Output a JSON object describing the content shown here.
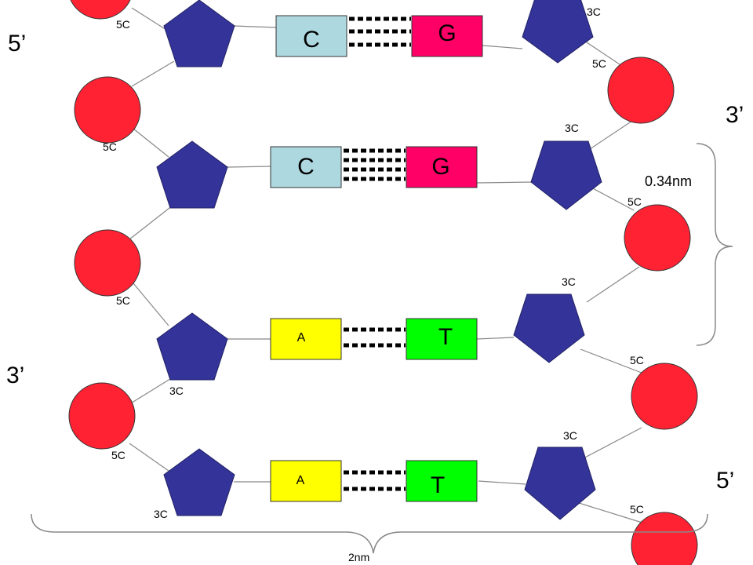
{
  "colors": {
    "phosphate": "#ff2233",
    "sugar": "#333399",
    "C": "#aed8e0",
    "G": "#ff0066",
    "A": "#ffff00",
    "T": "#00ff00"
  },
  "end_labels": {
    "left_top": "5’",
    "left_bottom": "3’",
    "right_top": "3’",
    "right_bottom": "5’"
  },
  "carbon_labels": {
    "five": "5C",
    "three": "3C"
  },
  "base_pairs": [
    {
      "left": "C",
      "right": "G"
    },
    {
      "left": "C",
      "right": "G"
    },
    {
      "left": "A",
      "right": "T"
    },
    {
      "left": "A",
      "right": "T"
    }
  ],
  "measurements": {
    "rise": "0.34nm",
    "width": "2nm"
  }
}
